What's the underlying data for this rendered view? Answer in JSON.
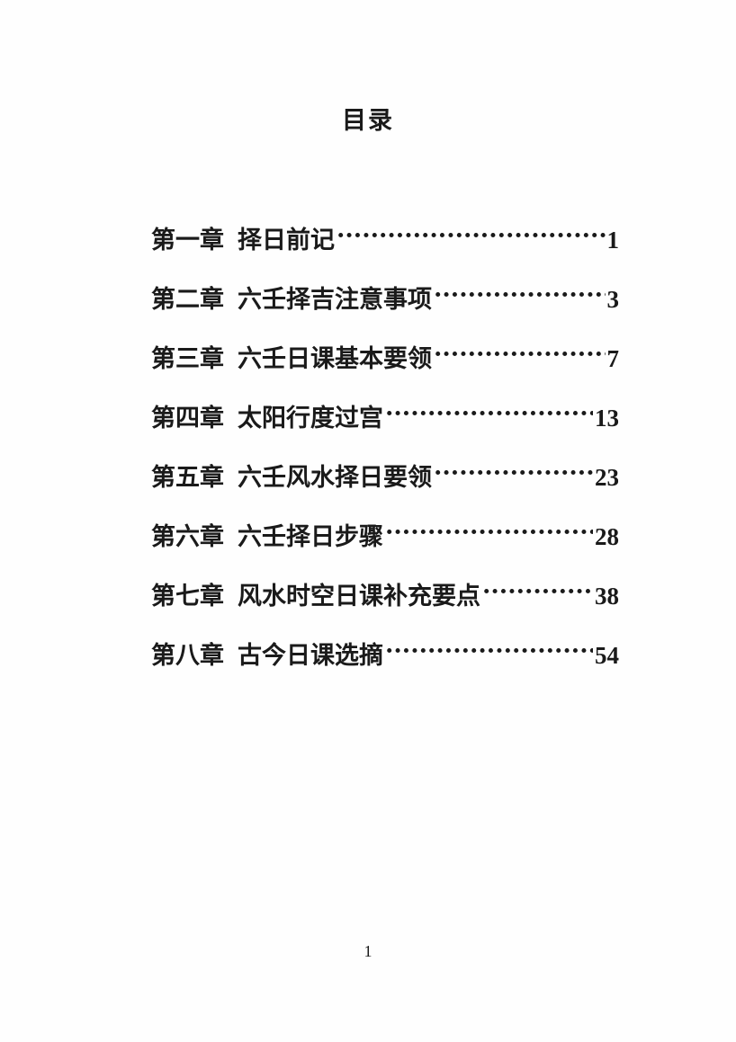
{
  "title": "目录",
  "entries": [
    {
      "chapter": "第一章",
      "name": "择日前记",
      "page": "1"
    },
    {
      "chapter": "第二章",
      "name": "六壬择吉注意事项",
      "page": "3"
    },
    {
      "chapter": "第三章",
      "name": "六壬日课基本要领",
      "page": "7"
    },
    {
      "chapter": "第四章",
      "name": "太阳行度过宫",
      "page": "13"
    },
    {
      "chapter": "第五章",
      "name": "六壬风水择日要领",
      "page": "23"
    },
    {
      "chapter": "第六章",
      "name": "六壬择日步骤",
      "page": "28"
    },
    {
      "chapter": "第七章",
      "name": "风水时空日课补充要点",
      "page": "38"
    },
    {
      "chapter": "第八章",
      "name": "古今日课选摘",
      "page": "54"
    }
  ],
  "footer": {
    "page_number": "1"
  }
}
